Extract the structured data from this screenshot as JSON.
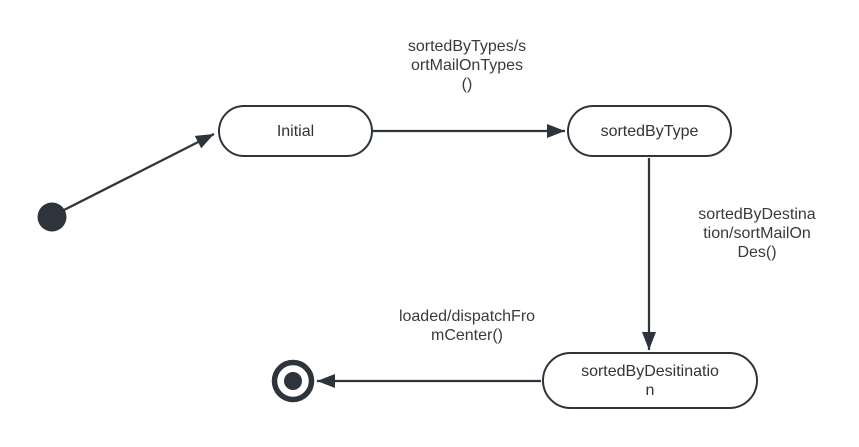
{
  "diagram": {
    "type": "uml-state-machine",
    "states": [
      {
        "id": "start",
        "kind": "initial-pseudostate",
        "label": ""
      },
      {
        "id": "initial",
        "kind": "state",
        "label": "Initial"
      },
      {
        "id": "sortedByType",
        "kind": "state",
        "label": "sortedByType"
      },
      {
        "id": "sortedByDesitination",
        "kind": "state",
        "label": "sortedByDesitinatio\nn"
      },
      {
        "id": "final",
        "kind": "final-state",
        "label": ""
      }
    ],
    "transitions": [
      {
        "from": "start",
        "to": "initial",
        "label": ""
      },
      {
        "from": "initial",
        "to": "sortedByType",
        "label": "sortedByTypes/s\nortMailOnTypes\n()"
      },
      {
        "from": "sortedByType",
        "to": "sortedByDesitination",
        "label": "sortedByDestina\ntion/sortMailOn\nDes()"
      },
      {
        "from": "sortedByDesitination",
        "to": "final",
        "label": "loaded/dispatchFro\nmCenter()"
      }
    ],
    "colors": {
      "stroke": "#2d343c",
      "state_fill": "#ffffff",
      "label_text": "#3a3a3a",
      "background": "#ffffff"
    }
  }
}
